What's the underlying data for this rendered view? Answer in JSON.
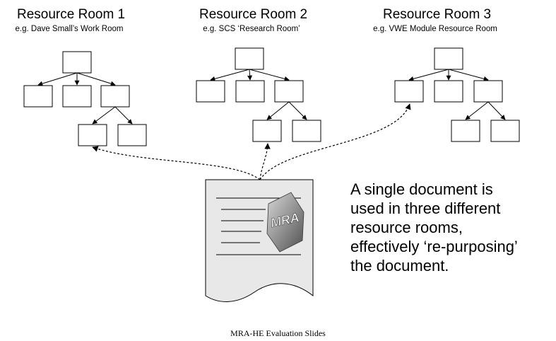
{
  "rooms": [
    {
      "title": "Resource Room 1",
      "subtitle": "e.g. Dave Small’s Work Room"
    },
    {
      "title": "Resource Room 2",
      "subtitle": "e.g. SCS ‘Research Room’"
    },
    {
      "title": "Resource Room 3",
      "subtitle": "e.g. VWE Module Resource Room"
    }
  ],
  "caption": {
    "lines": [
      "A single document is",
      "used in three different",
      "resource rooms,",
      "effectively ‘re-purposing’",
      "the document."
    ]
  },
  "document": {
    "logo_text": "MRA",
    "fill_color": "#e8e8e8"
  },
  "footer": "MRA-HE Evaluation Slides"
}
